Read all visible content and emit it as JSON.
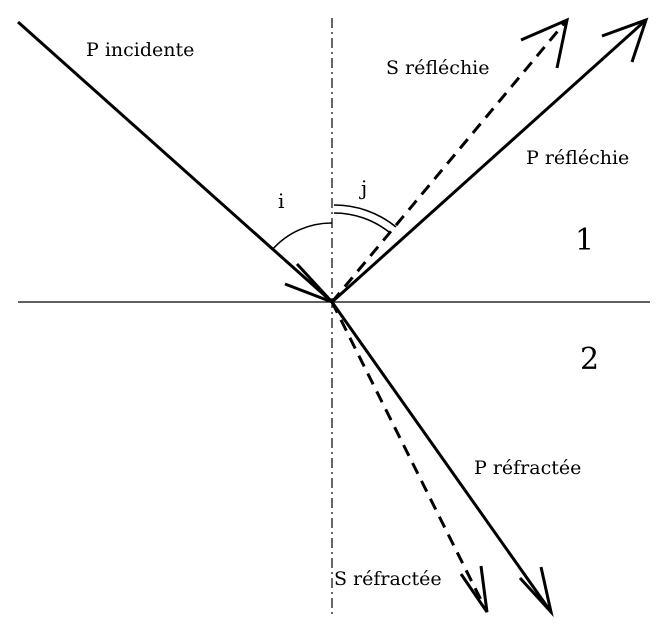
{
  "labels": {
    "p_incident": "P incidente",
    "s_reflected": "S réfléchie",
    "p_reflected": "P réfléchie",
    "p_refracted": "P réfractée",
    "s_refracted": "S réfractée",
    "medium_1": "1",
    "medium_2": "2",
    "angle_i": "i",
    "angle_j": "j"
  },
  "colors": {
    "ink": "#000000",
    "background": "#ffffff"
  }
}
